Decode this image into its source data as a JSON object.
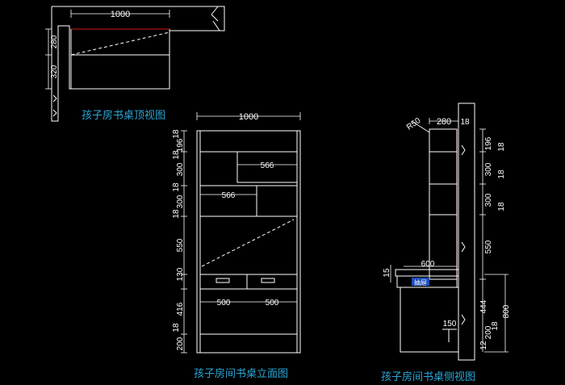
{
  "titles": {
    "top_view": "孩子房书桌顶视图",
    "front_view": "孩子房间书桌立面图",
    "side_view": "孩子房间书桌侧视图"
  },
  "top_view": {
    "width_dim": "1000",
    "depth_dims": [
      "280",
      "320"
    ]
  },
  "front_view": {
    "width_dim": "1000",
    "shelf_dims": [
      "566",
      "566"
    ],
    "drawer_dims": [
      "500",
      "500"
    ],
    "height_dims": [
      "18",
      "196",
      "18",
      "300",
      "18",
      "300",
      "18",
      "550",
      "130",
      "416",
      "18",
      "200"
    ]
  },
  "side_view": {
    "radius_label": "R50",
    "depth_dim": "280",
    "panel_dim": "18",
    "right_dims": [
      "196",
      "18",
      "300",
      "18",
      "300",
      "18",
      "550"
    ],
    "desk_depth": "600",
    "left_dim": "15",
    "drawer_label": "抽屉",
    "lower_dims": [
      "444",
      "800",
      "18",
      "200",
      "12"
    ],
    "foot_dim": "150"
  },
  "colors": {
    "line": "#ffffff",
    "dim_red": "#d01818",
    "text": "#ffffff",
    "title": "#2aa6d6",
    "drawer_fill": "#1d4ec0",
    "bg": "#000000"
  }
}
